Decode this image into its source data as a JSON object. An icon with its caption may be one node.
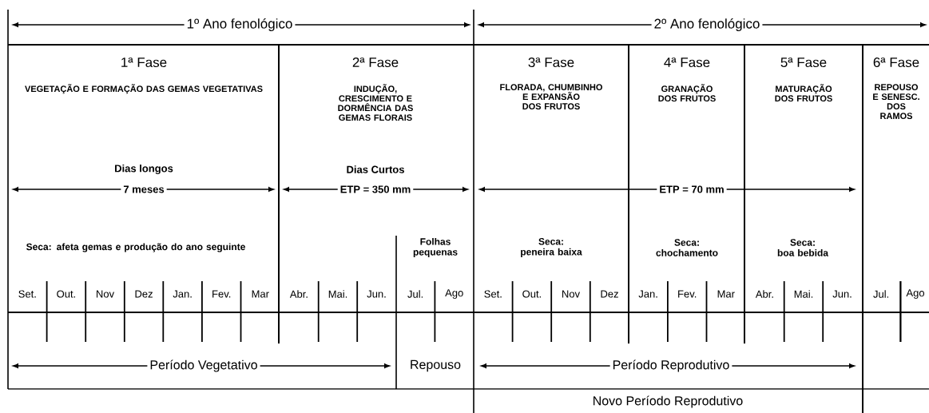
{
  "diagram": {
    "labels": [
      "1º Ano fenológico",
      "2º Ano fenológico",
      "1ª Fase",
      "VEGETAÇÃO E FORMAÇÃO DAS GEMAS VEGETATIVAS",
      "2ª Fase",
      "INDUÇÃO, CRESCIMENTO E DORMÊNCIA DAS GEMAS FLORAIS",
      "3ª Fase",
      "FLORADA, CHUMBINHO E EXPANSÃO DOS FRUTOS",
      "4ª Fase",
      "GRANAÇÃO DOS FRUTOS",
      "5ª Fase",
      "MATURAÇÃO DOS FRUTOS",
      "6ª Fase",
      "REPOUSO E SENESC. DOS RAMOS",
      "Dias longos",
      "7 meses",
      "Dias Curtos",
      "ETP = 350 mm",
      "ETP = 70 mm",
      "Seca: afeta gemas e produção do ano seguinte",
      "Folhas pequenas",
      "Seca: peneira baixa",
      "Seca: chochamento",
      "Seca: boa bebida",
      "Set.",
      "Out.",
      "Nov",
      "Dez",
      "Jan.",
      "Fev.",
      "Mar",
      "Abr.",
      "Mai.",
      "Jun.",
      "Jul.",
      "Ago",
      "Set.",
      "Out.",
      "Nov",
      "Dez",
      "Jan.",
      "Fev.",
      "Mar",
      "Abr.",
      "Mai.",
      "Jun.",
      "Jul.",
      "Ago",
      "Período Vegetativo",
      "Repouso",
      "Período Reprodutivo",
      "Novo Período Reprodutivo"
    ]
  }
}
